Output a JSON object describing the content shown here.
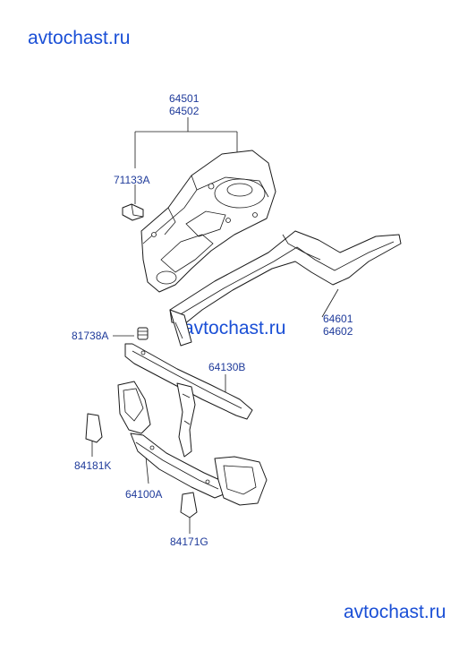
{
  "watermarks": {
    "top": "avtochast.ru",
    "middle": "avtochast.ru",
    "bottom": "avtochast.ru"
  },
  "parts": {
    "fender_apron": {
      "code_a": "64501",
      "code_b": "64502"
    },
    "bracket": {
      "code": "71133A"
    },
    "side_member": {
      "code_a": "64601",
      "code_b": "64602"
    },
    "bumper_stop": {
      "code": "81738A"
    },
    "upper_member": {
      "code": "64130B"
    },
    "left_pad": {
      "code": "84181K"
    },
    "carrier": {
      "code": "64100A"
    },
    "right_pad": {
      "code": "84171G"
    }
  }
}
